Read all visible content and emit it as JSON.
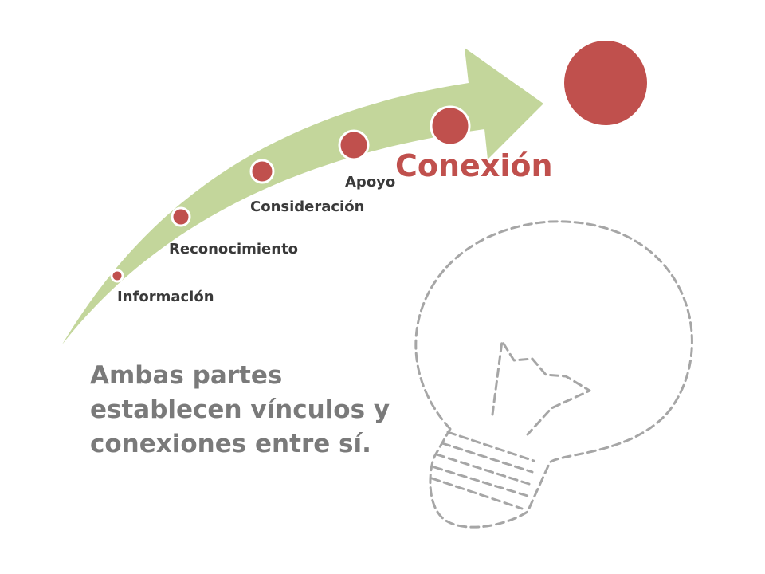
{
  "stages": [
    {
      "label": "Información"
    },
    {
      "label": "Reconocimiento"
    },
    {
      "label": "Consideración"
    },
    {
      "label": "Apoyo"
    }
  ],
  "goal": {
    "label": "Conexión"
  },
  "caption": "Ambas partes establecen vínculos y conexiones entre sí.",
  "colors": {
    "arrow": "#c3d69b",
    "dot": "#c0504d",
    "goal_text": "#c0504d",
    "caption": "#7a7a7a",
    "bulb_outline": "#a6a6a6"
  },
  "icons": [
    "growth-arrow-icon",
    "lightbulb-icon"
  ]
}
